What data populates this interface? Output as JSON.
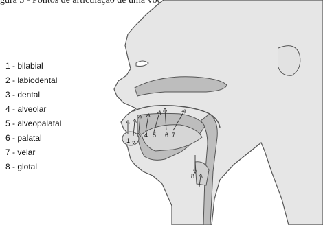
{
  "caption": "gura 3 - Pontos de articulação de uma voc",
  "legend": [
    {
      "number": "1",
      "term": "bilabial",
      "text": "1 - bilabial"
    },
    {
      "number": "2",
      "term": "labiodental",
      "text": "2 - labiodental"
    },
    {
      "number": "3",
      "term": "dental",
      "text": "3 - dental"
    },
    {
      "number": "4",
      "term": "alveolar",
      "text": "4 - alveolar"
    },
    {
      "number": "5",
      "term": "alveopalatal",
      "text": "5 - alveopalatal"
    },
    {
      "number": "6",
      "term": "palatal",
      "text": "6 - palatal"
    },
    {
      "number": "7",
      "term": "velar",
      "text": "7 - velar"
    },
    {
      "number": "8",
      "term": "glotal",
      "text": "8 - glotal"
    }
  ],
  "diagram_numbers": [
    "1",
    "2",
    "3",
    "4",
    "5",
    "6",
    "7",
    "8"
  ],
  "colors": {
    "skin": "#e6e6e6",
    "cavity": "#bdbdbd",
    "outline": "#555555"
  }
}
